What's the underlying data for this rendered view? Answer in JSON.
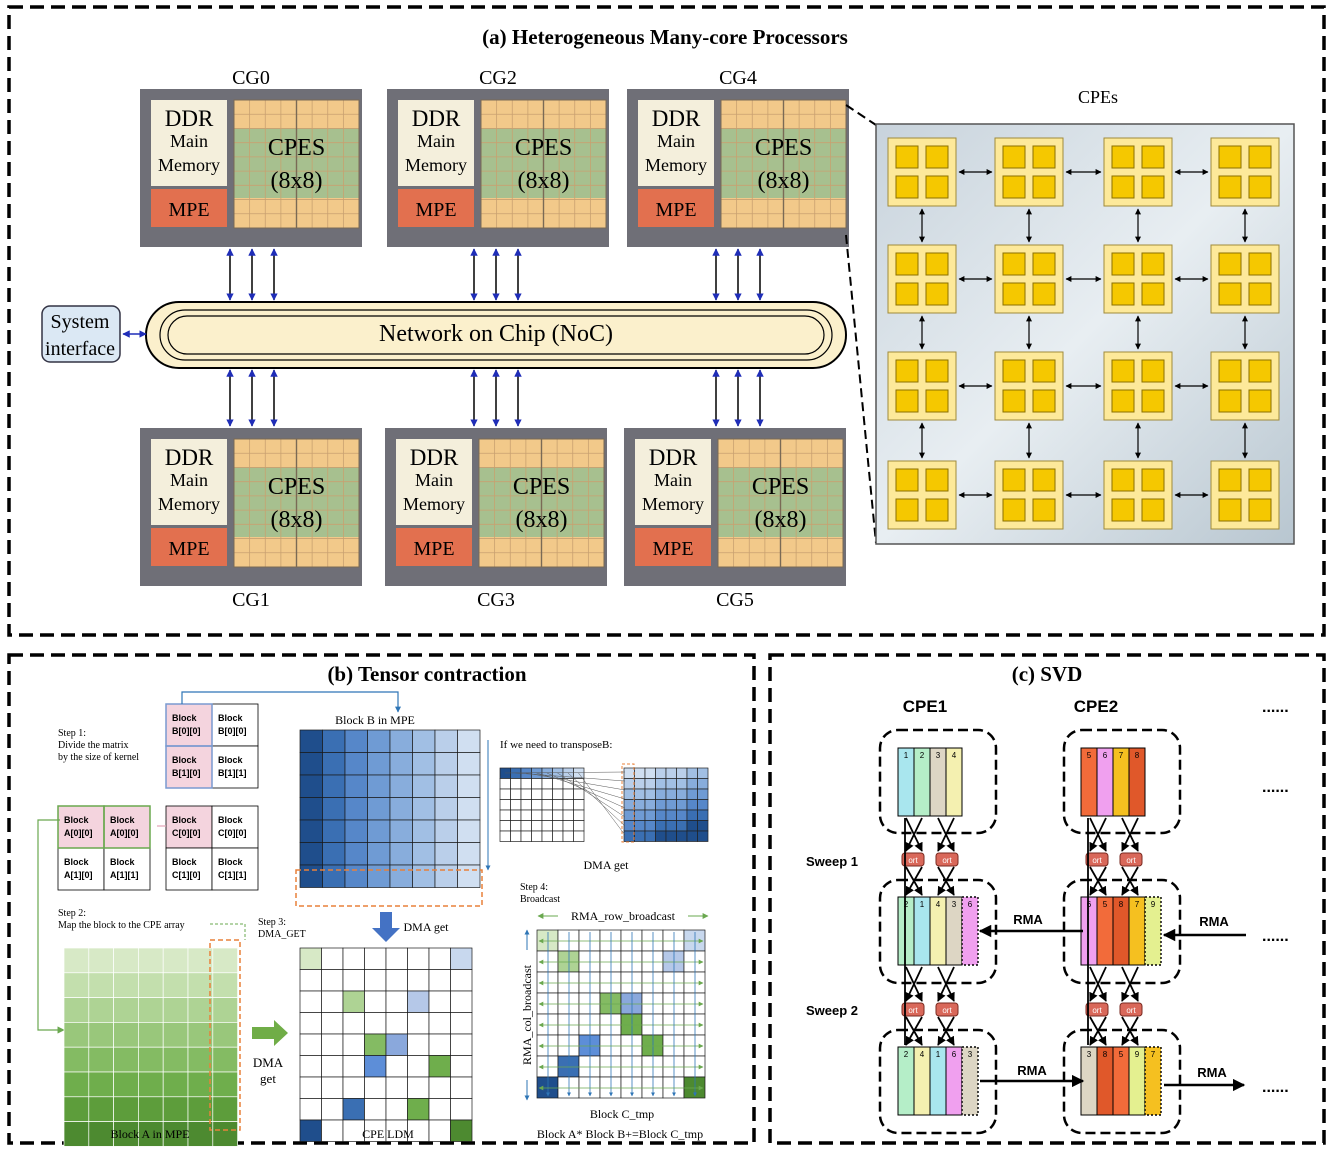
{
  "panel_a": {
    "title": "(a) Heterogeneous Many-core Processors",
    "cg_labels": [
      "CG0",
      "CG2",
      "CG4",
      "CG1",
      "CG3",
      "CG5"
    ],
    "ddr": "DDR",
    "main": "Main",
    "memory": "Memory",
    "cpes": "CPES",
    "cpes_count": "(8x8)",
    "mpe": "MPE",
    "noc": "Network on Chip (NoC)",
    "system_1": "System",
    "system_2": "interface",
    "cpes_grid_title": "CPEs"
  },
  "panel_b": {
    "title": "(b) Tensor contraction",
    "block_b_in_mpe": "Block B in MPE",
    "transpose_note": "If we need to transposeB:",
    "dma_get_right": "DMA get",
    "step1_a": "Step 1:",
    "step1_b": "Divide the matrix",
    "step1_c": "by the size of kernel",
    "block_word": "Block",
    "b_blocks": [
      "B[0][0]",
      "B[0][0]",
      "B[1][0]",
      "B[1][1]"
    ],
    "a_blocks": [
      "A[0][0]",
      "A[0][0]",
      "A[1][0]",
      "A[1][1]"
    ],
    "c_blocks": [
      "C[0][0]",
      "C[0][0]",
      "C[1][0]",
      "C[1][1]"
    ],
    "step2_a": "Step 2:",
    "step2_b": "Map the block to the CPE array",
    "step3_a": "Step 3:",
    "step3_b": "DMA_GET",
    "dma_get_down": "DMA get",
    "dma": "DMA",
    "get": "get",
    "block_a_in_mpe": "Block A in MPE",
    "cpe_ldm": "CPE LDM",
    "step4_a": "Step 4:",
    "step4_b": "Broadcast",
    "rma_row": "RMA_row_broadcast",
    "rma_col": "RMA_col_broadcast",
    "block_c_tmp": "Block C_tmp",
    "equation": "Block A* Block B+=Block C_tmp"
  },
  "panel_c": {
    "title": "(c) SVD",
    "cpe1": "CPE1",
    "cpe2": "CPE2",
    "dots": "......",
    "sweep1": "Sweep 1",
    "sweep2": "Sweep 2",
    "ort": "ort",
    "rma": "RMA",
    "group1_row1": [
      "1",
      "2",
      "3",
      "4"
    ],
    "group2_row1": [
      "5",
      "6",
      "7",
      "8"
    ],
    "group1_row2": [
      "2",
      "1",
      "4",
      "3",
      "6"
    ],
    "group2_row2": [
      "6",
      "5",
      "8",
      "7",
      "9"
    ],
    "group1_row3": [
      "2",
      "4",
      "1",
      "6",
      "3"
    ],
    "group2_row3": [
      "3",
      "8",
      "5",
      "9",
      "7"
    ]
  },
  "colors": {
    "chip_gray": "#6f6f77",
    "ddr_bg": "#f4efdc",
    "cpes_green": "#a7c08f",
    "cpes_orange": "#f2c98a",
    "mpe_red": "#e2704f",
    "noc_fill": "#fbf0cc",
    "arrow_blue": "#1f2db8",
    "cpe_yellow": "#fde99a",
    "cpe_core": "#f5c800",
    "ort_red": "#d9685a"
  }
}
